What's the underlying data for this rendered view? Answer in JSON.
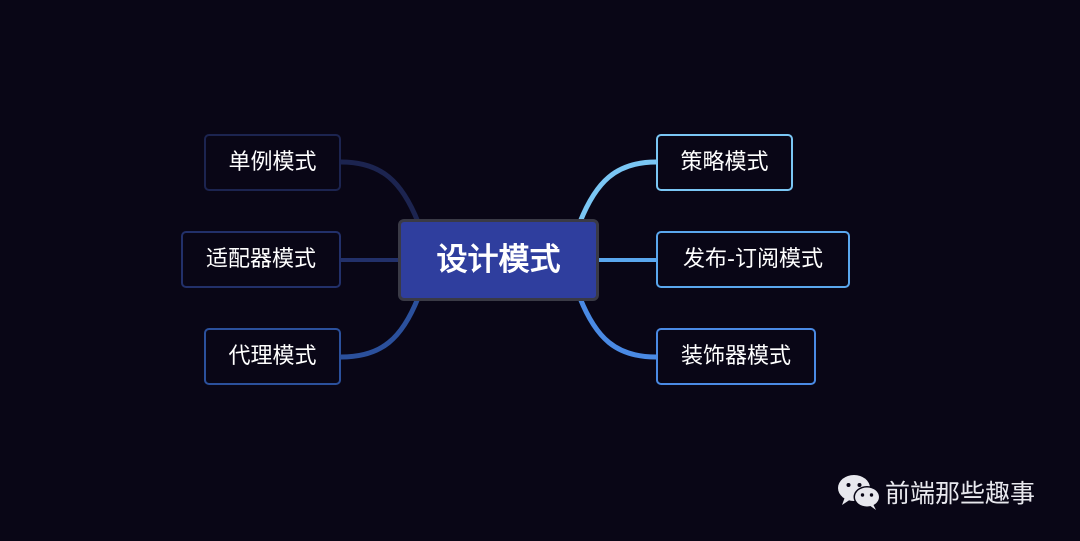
{
  "center": {
    "label": "设计模式",
    "fill": "#2f3e9e",
    "border": "#3a3a46"
  },
  "left_branches": [
    {
      "label": "单例模式",
      "color": "#1c2450"
    },
    {
      "label": "适配器模式",
      "color": "#22306a"
    },
    {
      "label": "代理模式",
      "color": "#2b509c"
    }
  ],
  "right_branches": [
    {
      "label": "策略模式",
      "color": "#7ac6f4"
    },
    {
      "label": "发布-订阅模式",
      "color": "#5aa7ee"
    },
    {
      "label": "装饰器模式",
      "color": "#4a8ae4"
    }
  ],
  "watermark": {
    "icon": "wechat-icon",
    "text": "前端那些趣事"
  },
  "colors": {
    "background": "#090616"
  }
}
